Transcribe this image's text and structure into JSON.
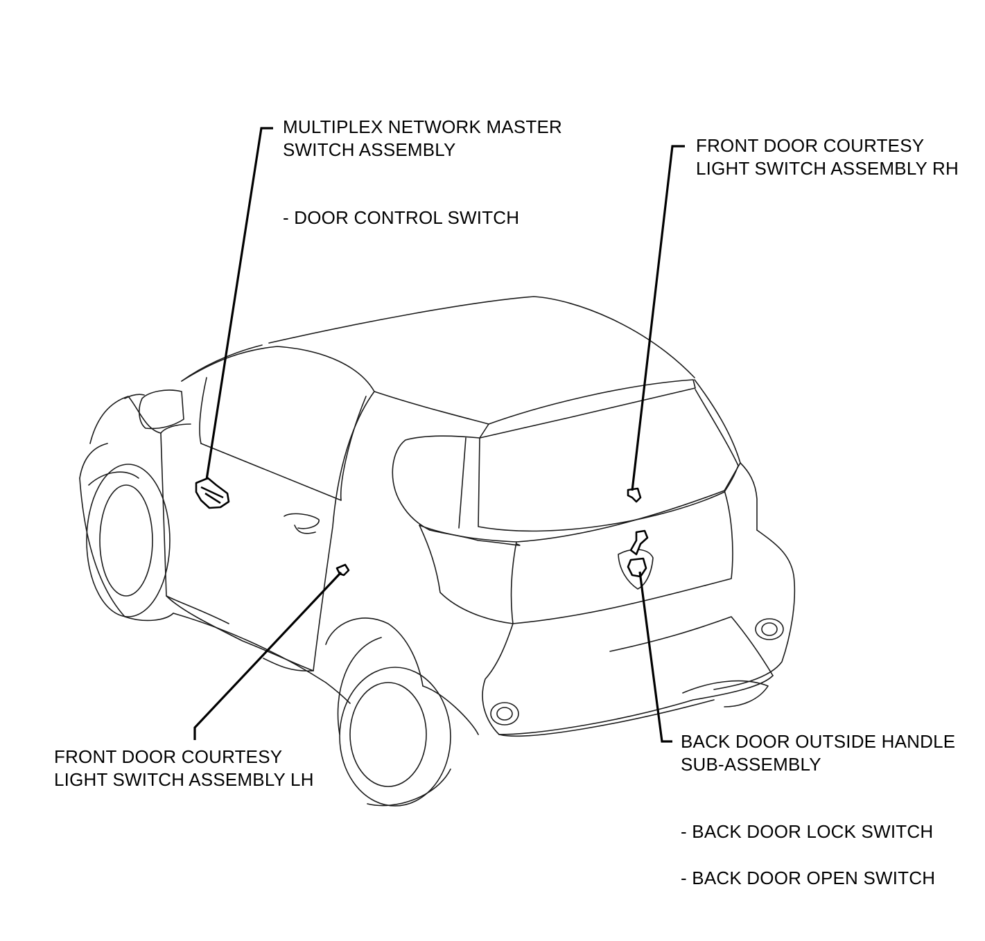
{
  "labels": {
    "master_switch": {
      "line1": "MULTIPLEX NETWORK MASTER",
      "line2": "SWITCH ASSEMBLY",
      "sub1": "- DOOR CONTROL SWITCH"
    },
    "courtesy_rh": {
      "line1": "FRONT DOOR COURTESY",
      "line2": "LIGHT SWITCH ASSEMBLY RH"
    },
    "courtesy_lh": {
      "line1": "FRONT DOOR COURTESY",
      "line2": "LIGHT SWITCH ASSEMBLY LH"
    },
    "back_door_handle": {
      "line1": "BACK DOOR OUTSIDE HANDLE",
      "line2": "SUB-ASSEMBLY",
      "sub1": "- BACK DOOR LOCK SWITCH",
      "sub2": "- BACK DOOR OPEN SWITCH"
    }
  },
  "colors": {
    "line": "#000000",
    "background": "#ffffff"
  }
}
